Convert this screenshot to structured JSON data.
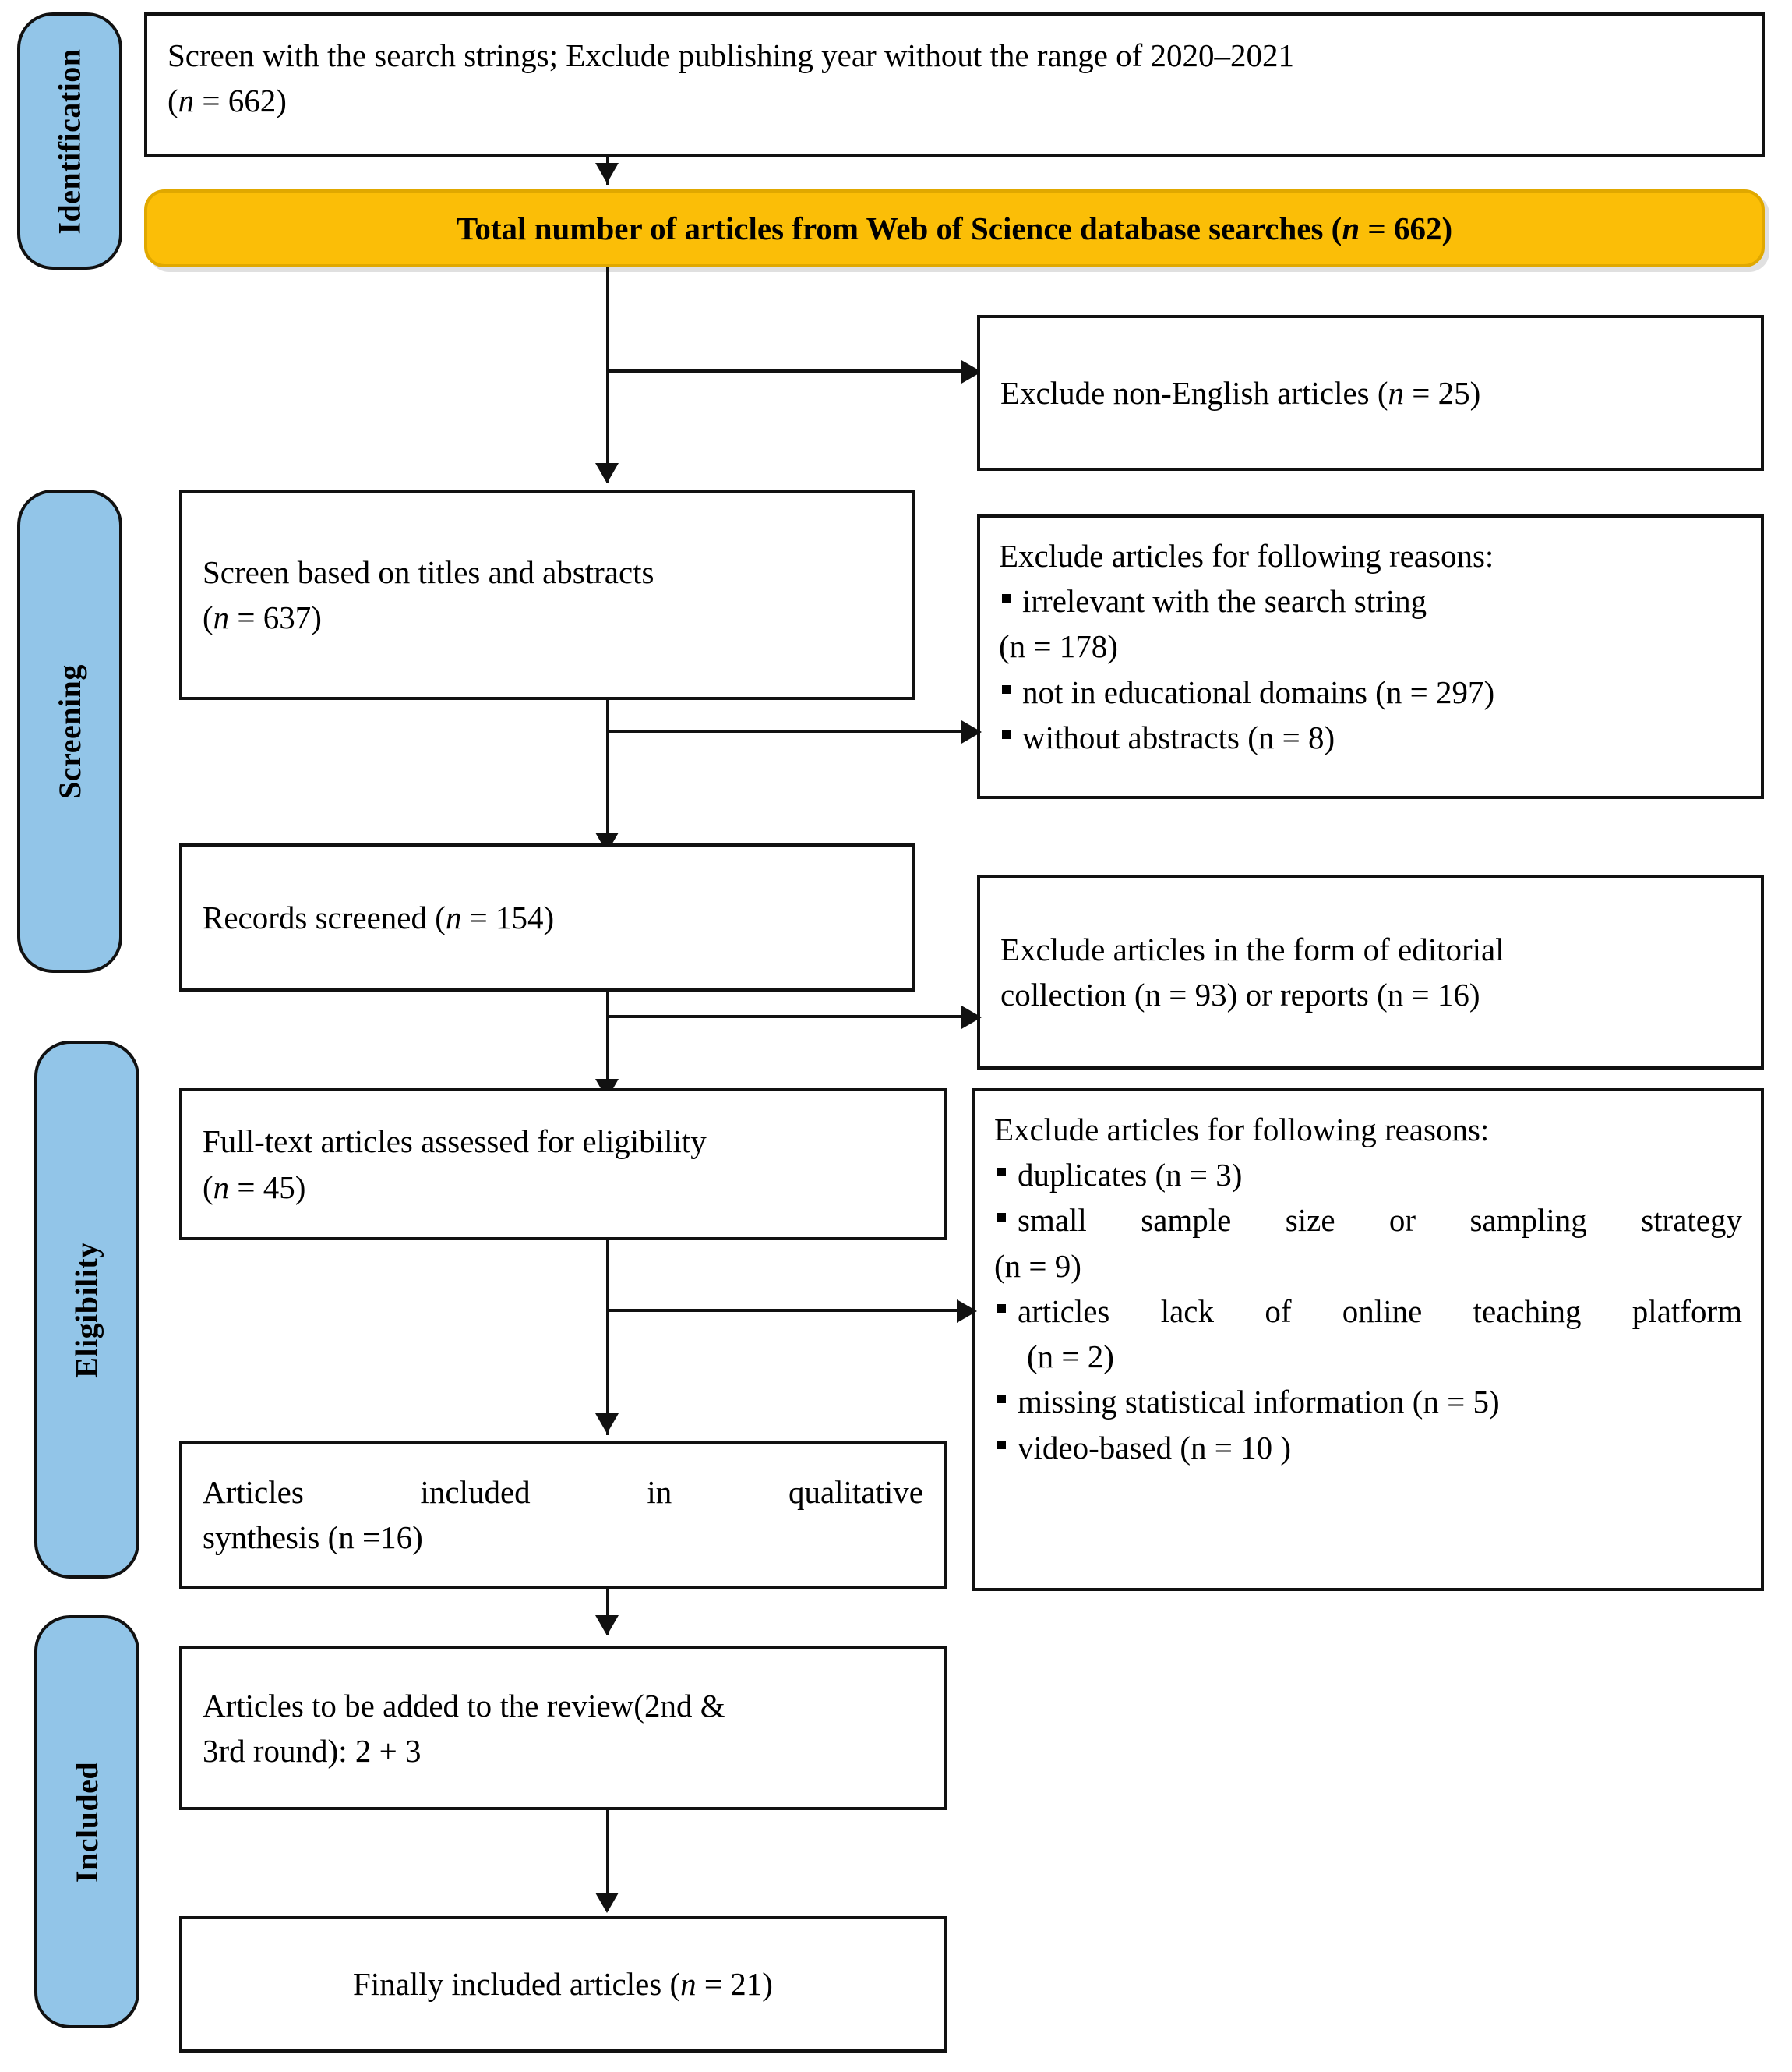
{
  "diagram": {
    "title": "PRISMA flow diagram of article selection",
    "colors": {
      "stage_pill": "#92C5E8",
      "highlight_box": "#FBBE07",
      "line": "#111111",
      "box_background": "#FFFFFF"
    },
    "stages": [
      {
        "id": "identification",
        "label": "Identification"
      },
      {
        "id": "screening",
        "label": "Screening"
      },
      {
        "id": "eligibility",
        "label": "Eligibility"
      },
      {
        "id": "included",
        "label": "Included"
      }
    ],
    "nodes": {
      "search_strings": {
        "line1": "Screen with the search strings; Exclude publishing year without the range of 2020–2021",
        "line2_prefix": "(",
        "line2_n": "n",
        "line2_suffix": " = 662)"
      },
      "total_articles": {
        "text_prefix": "Total number of articles from Web of Science database searches (",
        "text_n": "n",
        "text_suffix": " = 662)"
      },
      "exclude_non_english": {
        "text_prefix": "Exclude non-English articles (",
        "text_n": "n",
        "text_suffix": " = 25)"
      },
      "screen_titles_abstracts": {
        "line1": "Screen based on titles and abstracts",
        "line2_prefix": "(",
        "line2_n": "n",
        "line2_suffix": " = 637)"
      },
      "screening_exclusions": {
        "heading": "Exclude articles for following reasons:",
        "items": [
          {
            "text": "irrelevant with the search string",
            "bullet": true
          },
          {
            "text": "(n = 178)",
            "bullet": false
          },
          {
            "text": "not in educational domains (n = 297)",
            "bullet": true
          },
          {
            "text": "without abstracts (n = 8)",
            "bullet": true
          }
        ]
      },
      "records_screened": {
        "text_prefix": "Records screened (",
        "text_n": "n",
        "text_suffix": " = 154)"
      },
      "exclude_editorial": {
        "line1": "Exclude articles in the form of editorial",
        "line2": "collection (n = 93) or reports     (n = 16)"
      },
      "full_text_assessed": {
        "line1": "Full-text articles assessed for eligibility",
        "line2_prefix": "(",
        "line2_n": "n",
        "line2_suffix": " = 45)"
      },
      "eligibility_exclusions": {
        "heading": "Exclude articles for following reasons:",
        "items": [
          {
            "text": "duplicates (n = 3)",
            "bullet": true
          },
          {
            "text": "small sample size or sampling    strategy",
            "bullet": true
          },
          {
            "text": "(n = 9)",
            "bullet": false
          },
          {
            "text": "articles lack of online teaching platform",
            "bullet": true
          },
          {
            "text": "(n = 2)",
            "bullet": false
          },
          {
            "text": "missing statistical information (n = 5)",
            "bullet": true
          },
          {
            "text": "video-based (n = 10 )",
            "bullet": true
          }
        ]
      },
      "qualitative_synthesis": {
        "line1": "Articles included in qualitative",
        "line2": "synthesis (n =16)"
      },
      "articles_to_add": {
        "line1": "Articles to be added to the review(2nd &",
        "line2": "3rd round): 2 + 3"
      },
      "finally_included": {
        "text_prefix": "Finally included articles (",
        "text_n": "n",
        "text_suffix": " = 21)"
      }
    }
  }
}
